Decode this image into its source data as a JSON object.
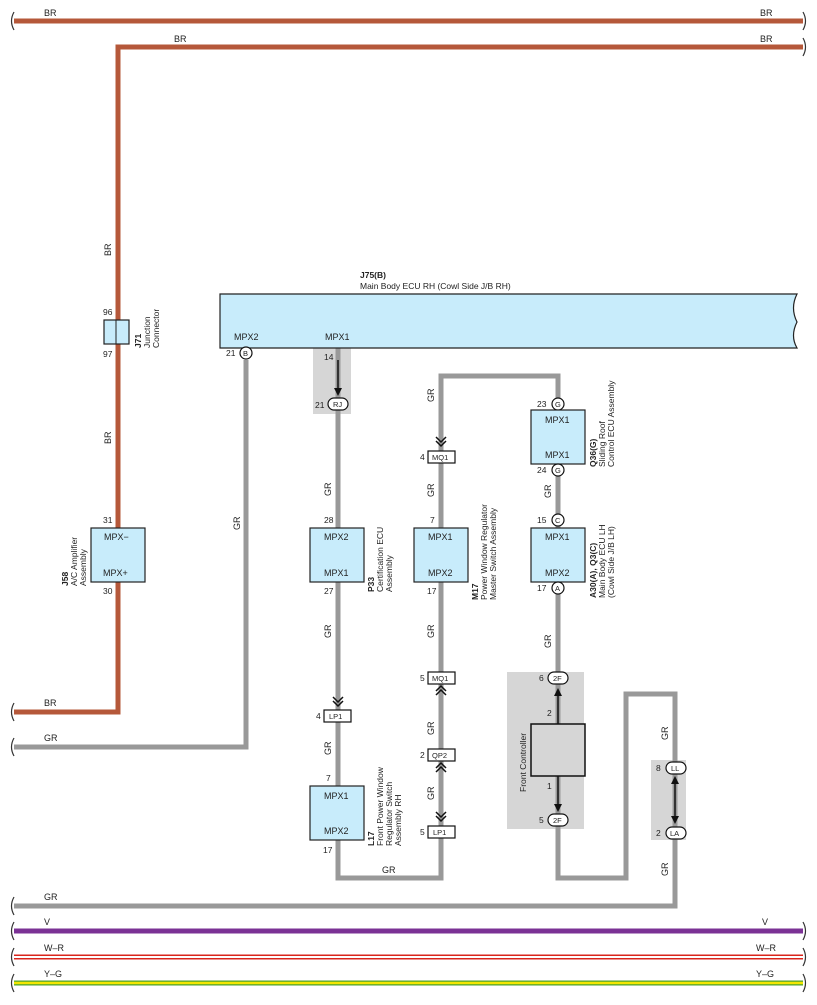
{
  "colors": {
    "BR": "#b5583a",
    "GR": "#999999",
    "V": "#7b3295",
    "WR_main": "#ffffff",
    "WR_stripe": "#d9251c",
    "YG_main": "#f3e600",
    "YG_stripe": "#4aa02c",
    "box_fill": "#c8ecfb",
    "shade": "#d6d6d6"
  },
  "wire_labels": {
    "br": "BR",
    "gr": "GR",
    "v": "V",
    "wr": "W–R",
    "yg": "Y–G"
  },
  "components": {
    "j75": {
      "id": "J75(B)",
      "name": "Main Body ECU RH (Cowl Side J/B RH)",
      "pin_mpx2": "MPX2",
      "pin_mpx1": "MPX1"
    },
    "j71": {
      "id": "J71",
      "name_line1": "Junction",
      "name_line2": "Connector",
      "pin_top": "96",
      "pin_bottom": "97"
    },
    "j58": {
      "id": "J58",
      "name_line1": "A/C Amplifier",
      "name_line2": "Assembly",
      "pin_top": "31",
      "pin_bottom": "30",
      "port_top": "MPX−",
      "port_bottom": "MPX+"
    },
    "p33": {
      "id": "P33",
      "name_line1": "Certification ECU",
      "name_line2": "Assembly",
      "pin_top": "28",
      "pin_bottom": "27",
      "port_top": "MPX2",
      "port_bottom": "MPX1"
    },
    "m17": {
      "id": "M17",
      "name_line1": "Power Window Regulator",
      "name_line2": "Master Switch Assembly",
      "pin_top": "7",
      "pin_bottom": "17",
      "port_top": "MPX1",
      "port_bottom": "MPX2"
    },
    "a30": {
      "id": "A30(A), Q3(C)",
      "name_line1": "Main Body ECU LH",
      "name_line2": "(Cowl Side J/B LH)",
      "pin_top": "15",
      "pin_bottom": "17",
      "term_top": "C",
      "term_bottom": "A",
      "port_top": "MPX1",
      "port_bottom": "MPX2"
    },
    "q36": {
      "id": "Q36(G)",
      "name_line1": "Sliding Roof",
      "name_line2": "Control ECU Assembly",
      "pin_top": "23",
      "pin_bottom": "24",
      "term_top": "G",
      "term_bottom": "G",
      "port_top": "MPX1",
      "port_bottom": "MPX1"
    },
    "l17": {
      "id": "L17",
      "name_line1": "Front Power Window",
      "name_line2": "Regulator Switch",
      "name_line3": "Assembly RH",
      "pin_top": "7",
      "pin_bottom": "17",
      "port_top": "MPX1",
      "port_bottom": "MPX2"
    },
    "front_controller": {
      "name": "Front Controller",
      "pin_top": "2",
      "pin_bottom": "1"
    }
  },
  "terminals": {
    "b21": {
      "pin": "21",
      "code": "B"
    },
    "rj": {
      "pin": "21",
      "code": "RJ",
      "src_pin": "14"
    },
    "mq1_top": {
      "pin": "4",
      "code": "MQ1"
    },
    "mq1_bottom": {
      "pin": "5",
      "code": "MQ1"
    },
    "qp2": {
      "pin": "2",
      "code": "QP2"
    },
    "lp1_left": {
      "pin": "4",
      "code": "LP1"
    },
    "lp1_right": {
      "pin": "5",
      "code": "LP1"
    },
    "f2_top": {
      "pin": "6",
      "code": "2F"
    },
    "f2_bottom": {
      "pin": "5",
      "code": "2F"
    },
    "ll": {
      "pin": "8",
      "code": "LL"
    },
    "la": {
      "pin": "2",
      "code": "LA"
    }
  }
}
